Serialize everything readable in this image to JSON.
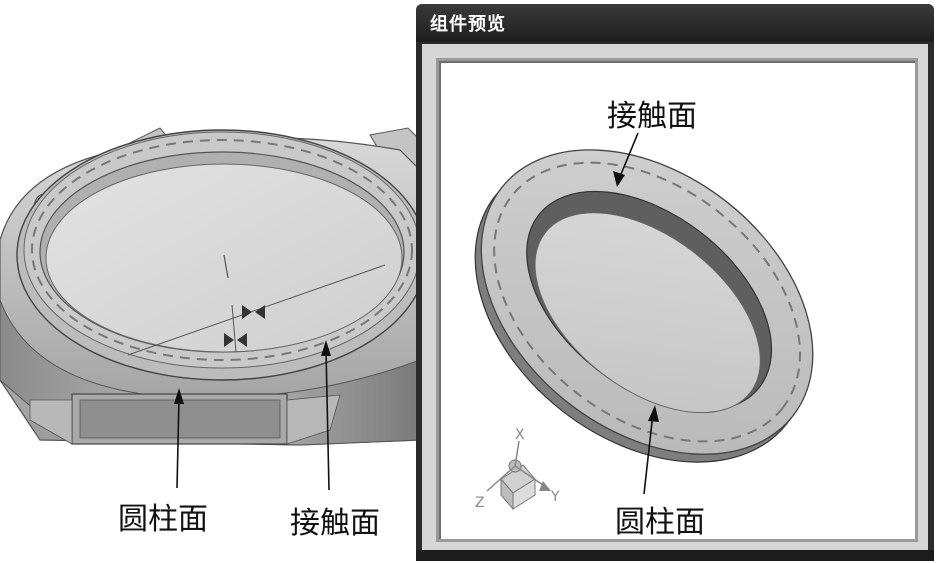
{
  "window": {
    "title": "组件预览"
  },
  "main_view": {
    "callouts": {
      "cylinder_face": "圆柱面",
      "contact_face": "接触面"
    }
  },
  "preview": {
    "callouts": {
      "contact_face": "接触面",
      "cylinder_face": "圆柱面"
    },
    "triad": {
      "x_label": "X",
      "y_label": "Y",
      "z_label": "Z"
    }
  }
}
